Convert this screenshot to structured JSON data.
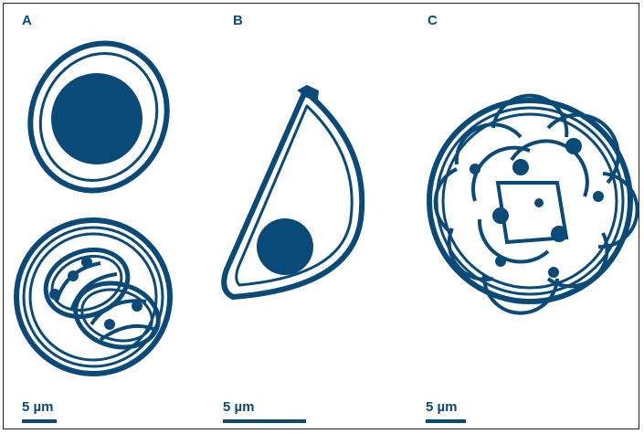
{
  "panels": [
    {
      "label": "A",
      "scale_label": "5 µm"
    },
    {
      "label": "B",
      "scale_label": "5 µm"
    },
    {
      "label": "C",
      "scale_label": "5 µm"
    }
  ],
  "colors": {
    "ink": "#0a4a78",
    "background": "#ffffff"
  }
}
